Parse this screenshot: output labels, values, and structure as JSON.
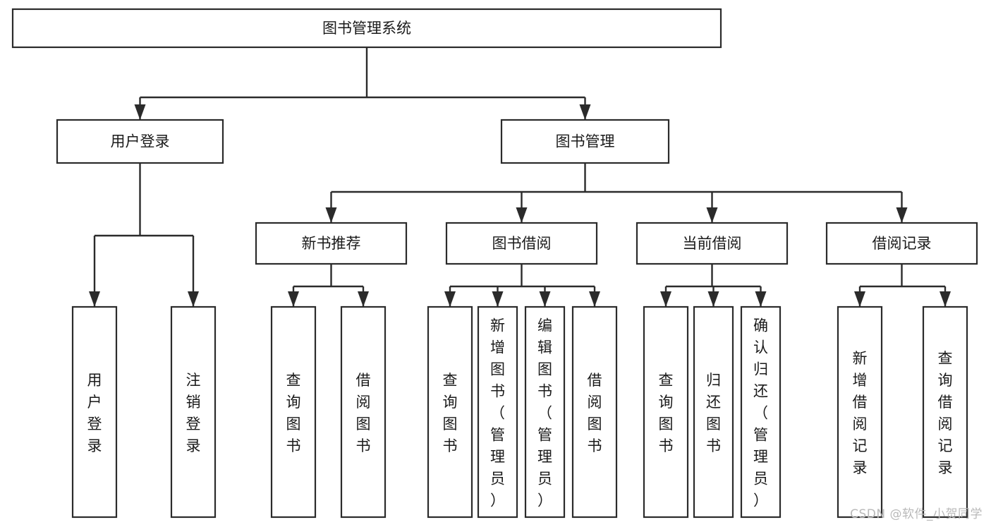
{
  "diagram": {
    "title": "图书管理系统",
    "watermark": "CSDN @软件_小贺同学",
    "colors": {
      "stroke": "#2b2b2b",
      "fill": "#ffffff",
      "text": "#1a1a1a",
      "watermark": "#b9b9b9"
    },
    "levels": {
      "root": {
        "label": "图书管理系统"
      },
      "level2": [
        {
          "label": "用户登录"
        },
        {
          "label": "图书管理"
        }
      ],
      "level3": [
        {
          "label": "新书推荐"
        },
        {
          "label": "图书借阅"
        },
        {
          "label": "当前借阅"
        },
        {
          "label": "借阅记录"
        }
      ],
      "leaves": [
        {
          "label": "用户登录",
          "parent": "用户登录"
        },
        {
          "label": "注销登录",
          "parent": "用户登录"
        },
        {
          "label": "查询图书",
          "parent": "新书推荐"
        },
        {
          "label": "借阅图书",
          "parent": "新书推荐"
        },
        {
          "label": "查询图书",
          "parent": "图书借阅"
        },
        {
          "label": "新增图书（管理员）",
          "parent": "图书借阅"
        },
        {
          "label": "编辑图书（管理员）",
          "parent": "图书借阅"
        },
        {
          "label": "借阅图书",
          "parent": "图书借阅"
        },
        {
          "label": "查询图书",
          "parent": "当前借阅"
        },
        {
          "label": "归还图书",
          "parent": "当前借阅"
        },
        {
          "label": "确认归还（管理员）",
          "parent": "当前借阅"
        },
        {
          "label": "新增借阅记录",
          "parent": "借阅记录"
        },
        {
          "label": "查询借阅记录",
          "parent": "借阅记录"
        }
      ]
    }
  }
}
